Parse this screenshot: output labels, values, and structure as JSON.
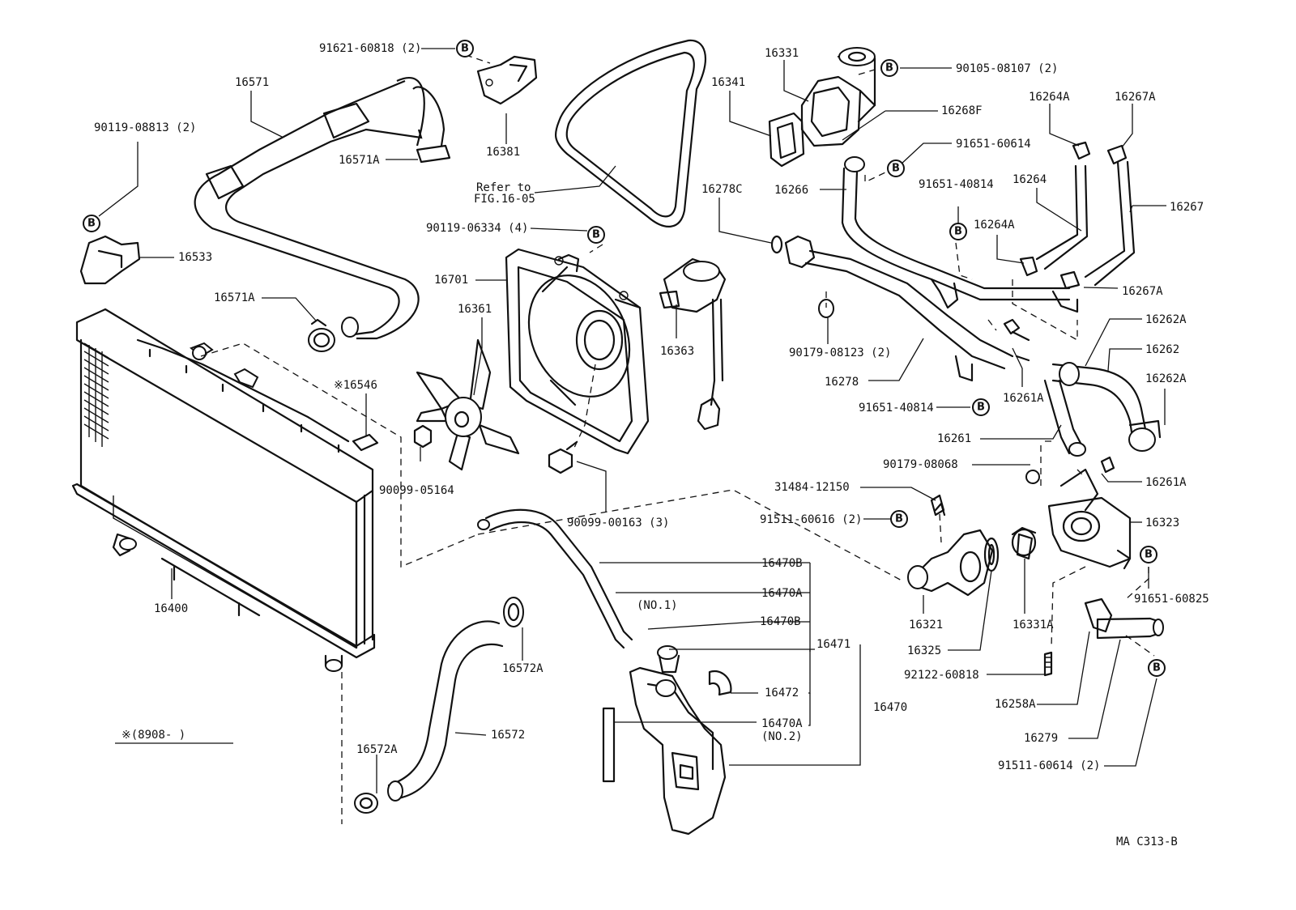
{
  "b_marker": "B",
  "footer_note": "※(8908-      )",
  "figure_code": "MA C313-B",
  "labels": {
    "p91621": "91621-60818 (2)",
    "p16381": "16381",
    "p16571": "16571",
    "p16571A_top": "16571A",
    "p90119_08813": "90119-08813 (2)",
    "p16533": "16533",
    "p16571A_mid": "16571A",
    "refer_to": "Refer to",
    "fig": "FIG.16-05",
    "p90119_06334": "90119-06334 (4)",
    "p16701": "16701",
    "p16361": "16361",
    "p16363": "16363",
    "p16331": "16331",
    "p16341": "16341",
    "p90105": "90105-08107 (2)",
    "p16268F": "16268F",
    "p91651_60614": "91651-60614",
    "p16266": "16266",
    "p16278C": "16278C",
    "p91651_40814_top": "91651-40814",
    "p16264A_top": "16264A",
    "p16267A_top": "16267A",
    "p16264": "16264",
    "p16264A_mid": "16264A",
    "p16267": "16267",
    "p16267A_mid": "16267A",
    "p90179_08123": "90179-08123 (2)",
    "p16278": "16278",
    "p91651_40814_bot": "91651-40814",
    "p16261A_mid": "16261A",
    "p16262A_top": "16262A",
    "p16262": "16262",
    "p16262A_bot": "16262A",
    "p16261": "16261",
    "p16546": "※16546",
    "p90099_05164": "90099-05164",
    "p90099_00163": "90099-00163 (3)",
    "p90179_08068": "90179-08068",
    "p16261A_bot": "16261A",
    "p31484": "31484-12150",
    "p91511_60616": "91511-60616 (2)",
    "p16323": "16323",
    "p16400": "16400",
    "p16470B_top": "16470B",
    "p16470A_1": "16470A",
    "p_no1": "(NO.1)",
    "p16470B_mid": "16470B",
    "p16471": "16471",
    "p16472": "16472",
    "p16470": "16470",
    "p16470A_2": "16470A",
    "p_no2": "(NO.2)",
    "p16572A_mid": "16572A",
    "p16572": "16572",
    "p16572A_bot": "16572A",
    "p16321": "16321",
    "p16325": "16325",
    "p16331A": "16331A",
    "p92122": "92122-60818",
    "p91651_60825": "91651-60825",
    "p16258A": "16258A",
    "p16279": "16279",
    "p91511_60614": "91511-60614 (2)"
  }
}
